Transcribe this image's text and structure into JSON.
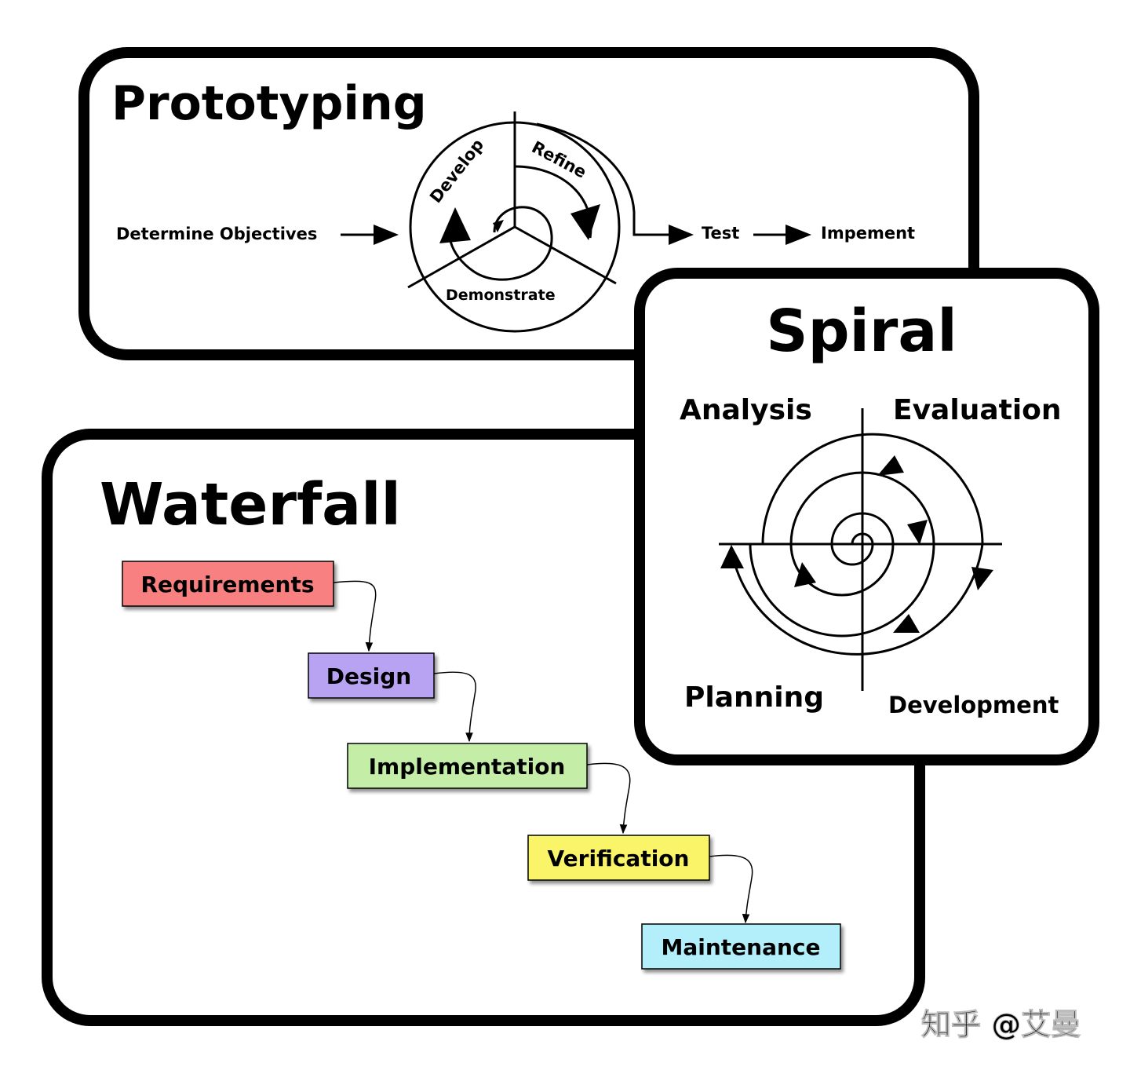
{
  "prototyping": {
    "title": "Prototyping",
    "start_label": "Determine Objectives",
    "cycle": {
      "develop": "Develop",
      "refine": "Refine",
      "demonstrate": "Demonstrate"
    },
    "test_label": "Test",
    "implement_label": "Impement"
  },
  "spiral": {
    "title": "Spiral",
    "quadrants": {
      "analysis": "Analysis",
      "evaluation": "Evaluation",
      "planning": "Planning",
      "development": "Development"
    }
  },
  "waterfall": {
    "title": "Waterfall",
    "steps": [
      {
        "label": "Requirements",
        "color": "#f88080"
      },
      {
        "label": "Design",
        "color": "#b8a3f2"
      },
      {
        "label": "Implementation",
        "color": "#c4eea7"
      },
      {
        "label": "Verification",
        "color": "#f9f467"
      },
      {
        "label": "Maintenance",
        "color": "#b3eefb"
      }
    ]
  },
  "watermark": "知乎 @艾曼"
}
